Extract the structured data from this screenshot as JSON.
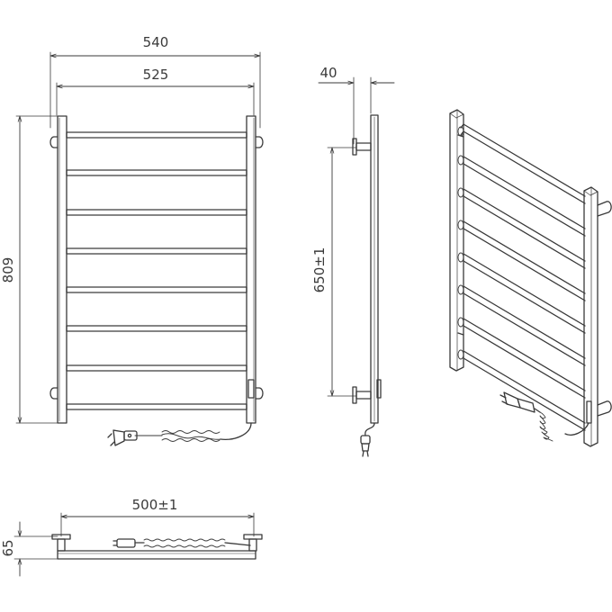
{
  "dimensions": {
    "front_outer_width": "540",
    "front_rail_width": "525",
    "front_height": "809",
    "side_depth": "40",
    "side_mount_spacing": "650±1",
    "bottom_mount_spacing": "500±1",
    "bottom_depth": "65"
  },
  "colors": {
    "stroke": "#3a3a3a",
    "background": "#ffffff"
  }
}
